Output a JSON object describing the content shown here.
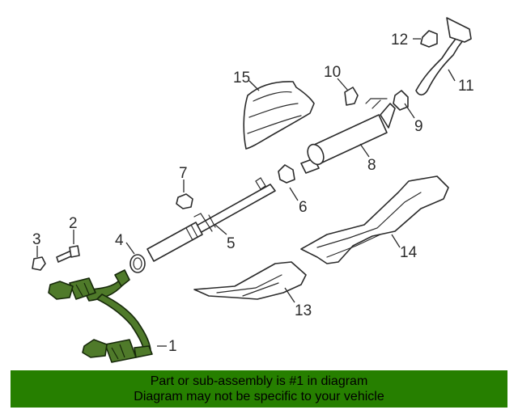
{
  "callouts": [
    {
      "id": "1",
      "label": "1"
    },
    {
      "id": "2",
      "label": "2"
    },
    {
      "id": "3",
      "label": "3"
    },
    {
      "id": "4",
      "label": "4"
    },
    {
      "id": "5",
      "label": "5"
    },
    {
      "id": "6",
      "label": "6"
    },
    {
      "id": "7",
      "label": "7"
    },
    {
      "id": "8",
      "label": "8"
    },
    {
      "id": "9",
      "label": "9"
    },
    {
      "id": "10",
      "label": "10"
    },
    {
      "id": "11",
      "label": "11"
    },
    {
      "id": "12",
      "label": "12"
    },
    {
      "id": "13",
      "label": "13"
    },
    {
      "id": "14",
      "label": "14"
    },
    {
      "id": "15",
      "label": "15"
    }
  ],
  "highlighted_part": "1",
  "colors": {
    "banner": "#267f00",
    "highlight": "#4f7a2a"
  },
  "banner": {
    "line1": "Part or sub-assembly is #1 in diagram",
    "line2": "Diagram may not be specific to your vehicle"
  }
}
